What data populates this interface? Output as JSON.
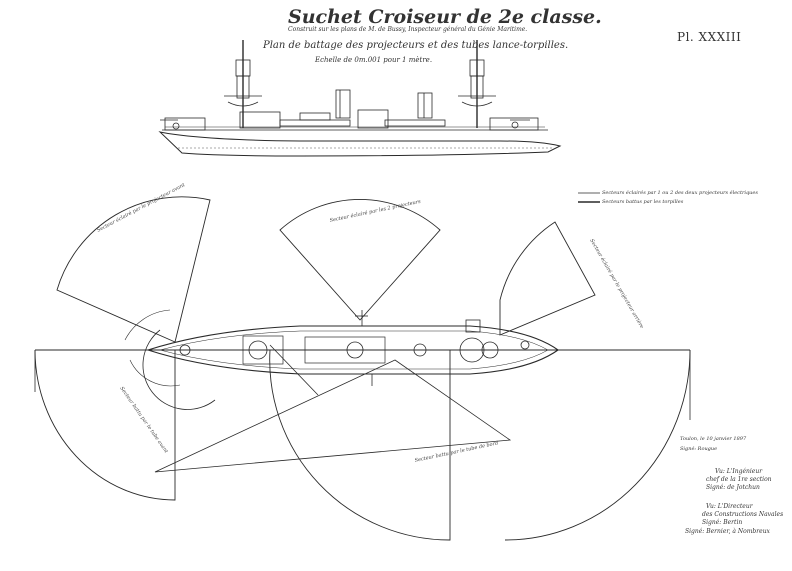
{
  "drawing": {
    "title": "Suchet Croiseur de 2e classe.",
    "subtitle_1": "Construit sur les plans de M. de Bussy, Inspecteur général du Génie Maritime.",
    "subtitle_2": "",
    "plan_title": "Plan de battage des projecteurs et des tubes lance-torpilles.",
    "scale": "Echelle de 0m.001 pour 1 mètre.",
    "plate_number": "Pl. XXXIII"
  },
  "legend": {
    "line_1": "Secteurs éclairés par 1 ou 2 des deux projecteurs électriques",
    "line_2": "Secteurs battus par les torpilles"
  },
  "signatures": {
    "place_date": "Toulon, le 10 janvier 1897",
    "signer_1": "Signé: Rougue",
    "vu_1": "Vu: L'Ingénieur",
    "vu_1_b": "chef de la 1re section",
    "vu_1_c": "Signé: de Jotchun",
    "vu_2": "Vu: L'Directeur",
    "vu_2_b": "des Constructions Navales",
    "vu_2_c": "Signé: Bertin",
    "vu_2_d": "Signé: Bernier, à Nombreux"
  },
  "sector_labels": {
    "bow_port": "Secteur éclairé par le projecteur avant",
    "center": "Secteur éclairé par les 2 projecteurs",
    "stern": "Secteur éclairé par le projecteur arrière",
    "torpedo_bow": "Secteur battu par le tube avant",
    "torpedo_side": "Secteur battu par le tube de bord"
  },
  "colors": {
    "ink": "#2a2a2a",
    "paper": "#ffffff"
  }
}
